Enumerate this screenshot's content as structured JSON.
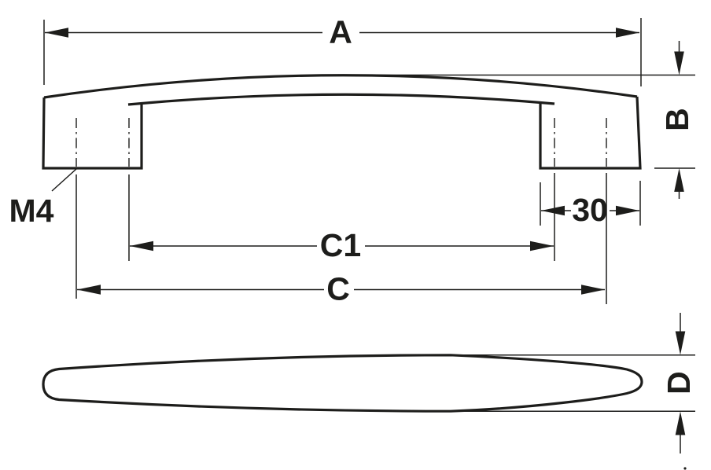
{
  "drawing": {
    "type": "technical-dimension-drawing",
    "subject": "furniture bow handle, front elevation and plan view",
    "labels": {
      "overall_length": "A",
      "overall_height": "B",
      "hole_spacing_inner": "C1",
      "hole_spacing_outer": "C",
      "foot_width": "30",
      "thread": "M4",
      "depth": "D"
    },
    "colors": {
      "line": "#1d1d1b",
      "background": "#ffffff"
    }
  }
}
